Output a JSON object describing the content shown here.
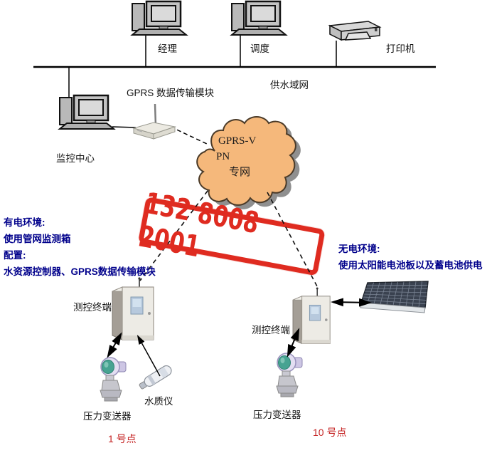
{
  "top": {
    "manager_label": "经理",
    "dispatch_label": "调度",
    "printer_label": "打印机",
    "network_label": "供水域网"
  },
  "center": {
    "gprs_module_label": "GPRS 数据传输模块",
    "monitoring_center_label": "监控中心",
    "cloud": {
      "line1": "GPRS-V",
      "line2": "PN",
      "line3": "专网"
    }
  },
  "stamp": {
    "text": "132 8008 2001"
  },
  "note_left": {
    "line1": "有电环境:",
    "line2": "使用管网监测箱",
    "line3": "配置:",
    "line4": "水资源控制器、GPRS数据传输模块"
  },
  "note_right": {
    "line1": "无电环境:",
    "line2": "使用太阳能电池板以及蓄电池供电"
  },
  "site1": {
    "terminal_label": "测控终端",
    "transmitter_label": "压力变送器",
    "water_quality_label": "水质仪",
    "point_label": "1 号点"
  },
  "site2": {
    "terminal_label": "测控终端",
    "transmitter_label": "压力变送器",
    "point_label": "10 号点"
  },
  "colors": {
    "stamp_red": "#df2b20",
    "note_navy": "#00008b",
    "point_red": "#c42222",
    "cloud_fill": "#f5b87b",
    "cloud_shadow": "#8f8f8f",
    "solar_panel": "#3a4250"
  }
}
